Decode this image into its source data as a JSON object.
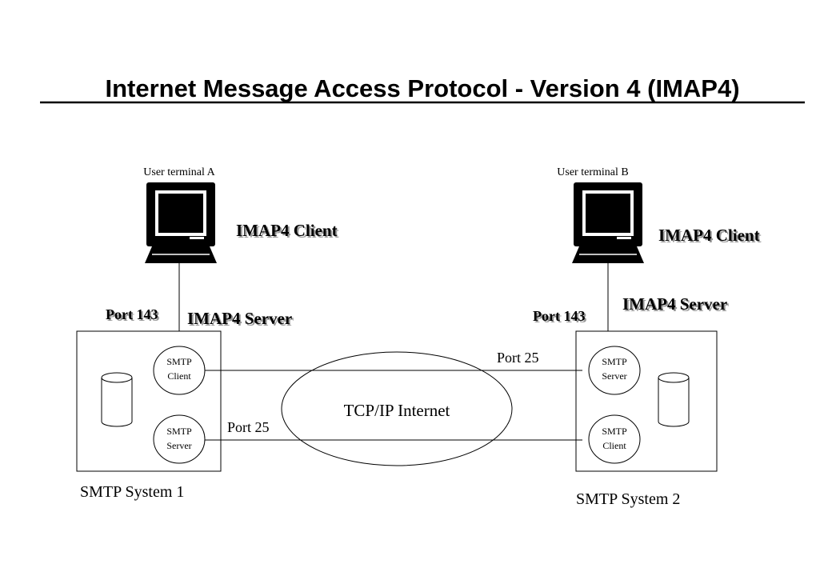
{
  "title": "Internet Message Access Protocol - Version 4 (IMAP4)",
  "terminal_a": {
    "label": "User terminal A",
    "client_label": "IMAP4 Client",
    "port_label": "Port 143",
    "server_label": "IMAP4 Server"
  },
  "terminal_b": {
    "label": "User terminal B",
    "client_label": "IMAP4 Client",
    "port_label": "Port 143",
    "server_label": "IMAP4 Server"
  },
  "system1": {
    "label": "SMTP System 1",
    "top_node": [
      "SMTP",
      "Client"
    ],
    "bottom_node": [
      "SMTP",
      "Server"
    ]
  },
  "system2": {
    "label": "SMTP System 2",
    "top_node": [
      "SMTP",
      "Server"
    ],
    "bottom_node": [
      "SMTP",
      "Client"
    ]
  },
  "network": {
    "label": "TCP/IP Internet",
    "port_top": "Port 25",
    "port_bottom": "Port 25"
  }
}
